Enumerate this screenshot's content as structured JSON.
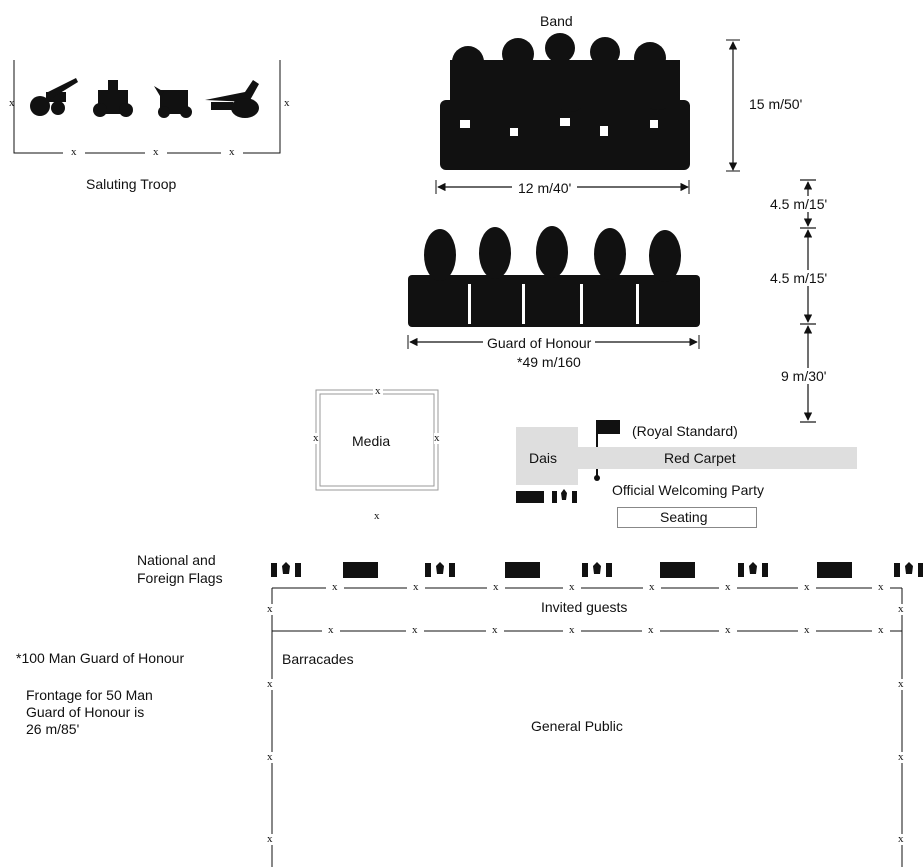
{
  "band": {
    "title": "Band",
    "depth": "15 m/50'",
    "width": "12 m/40'"
  },
  "saluting_troop": {
    "label": "Saluting Troop",
    "x_mark": "x"
  },
  "guard": {
    "title": "Guard of Honour",
    "width": "*49 m/160",
    "gap_band_guard": "4.5 m/15'",
    "gap_guard_top": "4.5 m/15'",
    "gap_guard_dais": "9 m/30'"
  },
  "media": {
    "label": "Media"
  },
  "dais": {
    "dais_label": "Dais",
    "royal_standard": "(Royal Standard)",
    "red_carpet": "Red Carpet",
    "welcoming_party": "Official Welcoming Party",
    "seating": "Seating"
  },
  "flags_row": {
    "label_line1": "National and",
    "label_line2": "Foreign Flags",
    "invited_guests": "Invited guests"
  },
  "notes": {
    "guard_100": "*100 Man Guard of Honour",
    "frontage_line1": "Frontage for 50 Man",
    "frontage_line2": "Guard of Honour is",
    "frontage_line3": "26 m/85'"
  },
  "barricades": {
    "label": "Barracades"
  },
  "general_public": {
    "label": "General Public"
  },
  "colors": {
    "line": "#111111",
    "gray_line": "#9a9a9a",
    "carpet": "#dedede",
    "figure": "#111111"
  }
}
